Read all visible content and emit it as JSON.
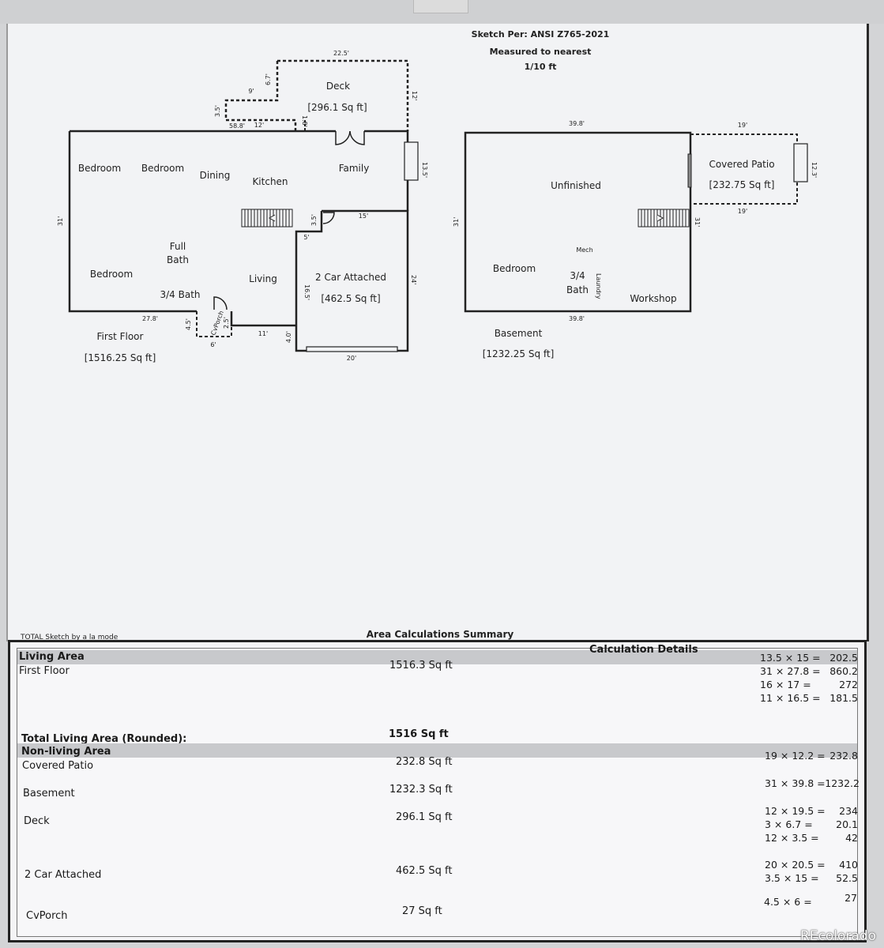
{
  "header": {
    "line1": "Sketch Per: ANSI Z765-2021",
    "line2": "Measured to nearest",
    "line3": "1/10 ft"
  },
  "first_floor": {
    "rooms": {
      "bedroom_a": "Bedroom",
      "bedroom_b": "Bedroom",
      "dining": "Dining",
      "kitchen": "Kitchen",
      "family": "Family",
      "full_bath_1": "Full",
      "full_bath_2": "Bath",
      "bedroom_c": "Bedroom",
      "living": "Living",
      "three_quarter_bath": "3/4 Bath",
      "garage": "2 Car Attached",
      "garage_area": "[462.5 Sq ft]",
      "deck": "Deck",
      "deck_area": "[296.1 Sq ft]",
      "porch": "CvPorch",
      "floor_name": "First Floor",
      "floor_area": "[1516.25 Sq ft]"
    },
    "dims": {
      "d_22_5": "22.5'",
      "d_6_7": "6.7'",
      "d_9": "9'",
      "d_12_deck": "12'",
      "d_3_5": "3.5'",
      "d_58_8": "58.8'",
      "d_12": "12'",
      "d_1_8": "1.8'",
      "d_13_5": "13.5'",
      "d_31": "31'",
      "d_3_5b": "3.5'",
      "d_15": "15'",
      "d_5": "5'",
      "d_16_5": "16.5'",
      "d_24": "24'",
      "d_27_8": "27.8'",
      "d_4_5": "4.5'",
      "d_2_5": "2.5'",
      "d_6": "6'",
      "d_11": "11'",
      "d_4_0": "4.0'",
      "d_20": "20'"
    }
  },
  "basement": {
    "rooms": {
      "unfinished": "Unfinished",
      "covered_patio": "Covered Patio",
      "patio_area": "[232.75 Sq ft]",
      "mech": "Mech",
      "bedroom": "Bedroom",
      "bath_1": "3/4",
      "bath_2": "Bath",
      "laundry": "Laundry",
      "workshop": "Workshop",
      "floor_name": "Basement",
      "floor_area": "[1232.25 Sq ft]"
    },
    "dims": {
      "d_39_8_top": "39.8'",
      "d_19_top": "19'",
      "d_12_3": "12.3'",
      "d_19_bottom": "19'",
      "d_31_left": "31'",
      "d_31_right": "31'",
      "d_39_8_bottom": "39.8'"
    }
  },
  "footer_left": "TOTAL Sketch by a la mode",
  "summary": {
    "title": "Area Calculations Summary",
    "living_header": "Living Area",
    "calc_header": "Calculation Details",
    "first_floor_label": "First Floor",
    "first_floor_value": "1516.3 Sq ft",
    "first_floor_calcs": [
      {
        "expr": "13.5 × 15 =",
        "res": "202.5"
      },
      {
        "expr": "31 × 27.8 =",
        "res": "860.2"
      },
      {
        "expr": "16 × 17    =",
        "res": "272"
      },
      {
        "expr": "11 × 16.5 =",
        "res": "181.5"
      }
    ],
    "total_label": "Total Living Area (Rounded):",
    "total_value": "1516 Sq ft",
    "nonliving_header": "Non-living Area",
    "nonliving": [
      {
        "label": "Covered Patio",
        "value": "232.8 Sq ft",
        "calcs": [
          {
            "expr": "19 × 12.2 =",
            "res": "232.8"
          }
        ]
      },
      {
        "label": "Basement",
        "value": "1232.3 Sq ft",
        "calcs": [
          {
            "expr": "31 × 39.8 =",
            "res": "1232.2"
          }
        ]
      },
      {
        "label": "Deck",
        "value": "296.1 Sq ft",
        "calcs": [
          {
            "expr": "12 × 19.5 =",
            "res": "234"
          },
          {
            "expr": "3 × 6.7    =",
            "res": "20.1"
          },
          {
            "expr": "12 × 3.5   =",
            "res": "42"
          }
        ]
      },
      {
        "label": "2 Car Attached",
        "value": "462.5 Sq ft",
        "calcs": [
          {
            "expr": "20 × 20.5 =",
            "res": "410"
          },
          {
            "expr": "3.5 × 15   =",
            "res": "52.5"
          }
        ]
      },
      {
        "label": "CvPorch",
        "value": "27 Sq ft",
        "calcs": [
          {
            "expr": "4.5 × 6     =",
            "res": "27"
          }
        ]
      }
    ]
  },
  "watermark": "REcolorado"
}
